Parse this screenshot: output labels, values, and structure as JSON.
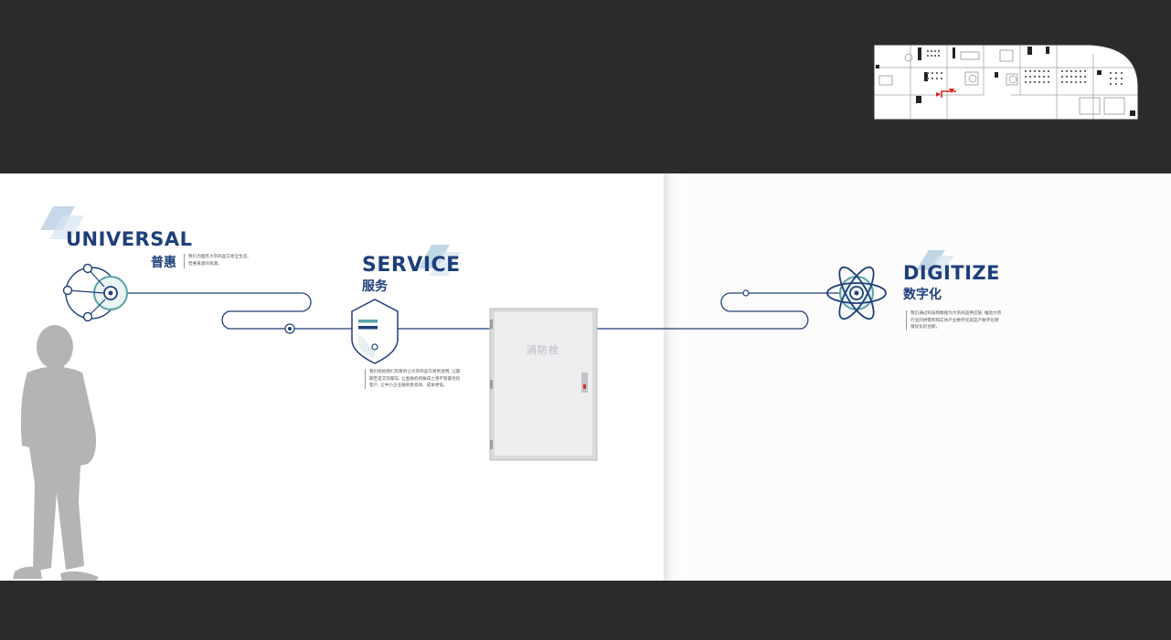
{
  "sections": {
    "universal": {
      "title_en": "UNIVERSAL",
      "title_cn": "普惠",
      "body": [
        "我们为国有大宗商品交易全生态,",
        "普惠来源的资源。"
      ]
    },
    "service": {
      "title_en": "SERVICE",
      "title_cn": "服务",
      "body": [
        "我们给拍我们先要的让大宗商品交易更透明, 让最",
        "期至是实际服车, 让金融机构做成之感不管最优的",
        "客户, 让中小企业融资更高效、成本更低。"
      ]
    },
    "digitize": {
      "title_en": "DIGITIZE",
      "title_cn": "数字化",
      "body": [
        "我们通过科技和数据为大宗商品供应链, 推动大宗",
        "行业的供需积和实体产业数字化就是产数字化转",
        "增优化的创新。"
      ]
    }
  },
  "cabinet": {
    "label": "消防栓"
  },
  "colors": {
    "navy": "#1f3f7a",
    "teal": "#5aa3a8",
    "wall": "#ffffff",
    "frame": "#2b2b2b",
    "marker": "#e02020"
  }
}
